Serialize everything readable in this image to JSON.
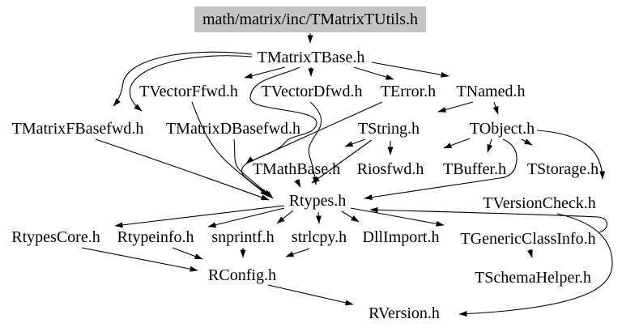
{
  "diagram": {
    "type": "include-dependency-graph",
    "root_file": "math/matrix/inc/TMatrixTUtils.h",
    "colors": {
      "background": "#ffffff",
      "node_text": "#000000",
      "edge": "#000000",
      "root_fill": "#c5c5c5"
    },
    "nodes": [
      {
        "id": "utils",
        "label": "math/matrix/inc/TMatrixTUtils.h",
        "highlighted": true
      },
      {
        "id": "tbase",
        "label": "TMatrixTBase.h",
        "highlighted": false
      },
      {
        "id": "vffwd",
        "label": "TVectorFfwd.h",
        "highlighted": false
      },
      {
        "id": "vdfwd",
        "label": "TVectorDfwd.h",
        "highlighted": false
      },
      {
        "id": "terror",
        "label": "TError.h",
        "highlighted": false
      },
      {
        "id": "tnamed",
        "label": "TNamed.h",
        "highlighted": false
      },
      {
        "id": "mfb",
        "label": "TMatrixFBasefwd.h",
        "highlighted": false
      },
      {
        "id": "mdb",
        "label": "TMatrixDBasefwd.h",
        "highlighted": false
      },
      {
        "id": "tstring",
        "label": "TString.h",
        "highlighted": false
      },
      {
        "id": "tobject",
        "label": "TObject.h",
        "highlighted": false
      },
      {
        "id": "tmath",
        "label": "TMathBase.h",
        "highlighted": false
      },
      {
        "id": "riosfwd",
        "label": "Riosfwd.h",
        "highlighted": false
      },
      {
        "id": "tbuffer",
        "label": "TBuffer.h",
        "highlighted": false
      },
      {
        "id": "tstorage",
        "label": "TStorage.h",
        "highlighted": false
      },
      {
        "id": "rtypes",
        "label": "Rtypes.h",
        "highlighted": false
      },
      {
        "id": "tvc",
        "label": "TVersionCheck.h",
        "highlighted": false
      },
      {
        "id": "rcore",
        "label": "RtypesCore.h",
        "highlighted": false
      },
      {
        "id": "rtyi",
        "label": "Rtypeinfo.h",
        "highlighted": false
      },
      {
        "id": "snpf",
        "label": "snprintf.h",
        "highlighted": false
      },
      {
        "id": "strl",
        "label": "strlcpy.h",
        "highlighted": false
      },
      {
        "id": "dlli",
        "label": "DllImport.h",
        "highlighted": false
      },
      {
        "id": "tgci",
        "label": "TGenericClassInfo.h",
        "highlighted": false
      },
      {
        "id": "rconf",
        "label": "RConfig.h",
        "highlighted": false
      },
      {
        "id": "tsch",
        "label": "TSchemaHelper.h",
        "highlighted": false
      },
      {
        "id": "rver",
        "label": "RVersion.h",
        "highlighted": false
      }
    ],
    "edges": [
      {
        "from": "utils",
        "to": "tbase"
      },
      {
        "from": "tbase",
        "to": "vffwd"
      },
      {
        "from": "tbase",
        "to": "vdfwd"
      },
      {
        "from": "tbase",
        "to": "terror"
      },
      {
        "from": "tbase",
        "to": "tnamed"
      },
      {
        "from": "tbase",
        "to": "mfb"
      },
      {
        "from": "tbase",
        "to": "mdb"
      },
      {
        "from": "tbase",
        "to": "tmath"
      },
      {
        "from": "tnamed",
        "to": "tstring"
      },
      {
        "from": "tnamed",
        "to": "tobject"
      },
      {
        "from": "terror",
        "to": "rtypes"
      },
      {
        "from": "tstring",
        "to": "tmath"
      },
      {
        "from": "tstring",
        "to": "riosfwd"
      },
      {
        "from": "tstring",
        "to": "rtypes"
      },
      {
        "from": "tobject",
        "to": "riosfwd"
      },
      {
        "from": "tobject",
        "to": "tbuffer"
      },
      {
        "from": "tobject",
        "to": "tstorage"
      },
      {
        "from": "tobject",
        "to": "tvc"
      },
      {
        "from": "tobject",
        "to": "rtypes"
      },
      {
        "from": "tmath",
        "to": "rtypes"
      },
      {
        "from": "mdb",
        "to": "rtypes"
      },
      {
        "from": "mfb",
        "to": "rtypes"
      },
      {
        "from": "vffwd",
        "to": "rtypes"
      },
      {
        "from": "vdfwd",
        "to": "rtypes"
      },
      {
        "from": "rtypes",
        "to": "rcore"
      },
      {
        "from": "rtypes",
        "to": "rtyi"
      },
      {
        "from": "rtypes",
        "to": "snpf"
      },
      {
        "from": "rtypes",
        "to": "strl"
      },
      {
        "from": "rtypes",
        "to": "dlli"
      },
      {
        "from": "rtypes",
        "to": "tgci"
      },
      {
        "from": "tgci",
        "to": "rtypes"
      },
      {
        "from": "tgci",
        "to": "tsch"
      },
      {
        "from": "rcore",
        "to": "rconf"
      },
      {
        "from": "rtyi",
        "to": "rconf"
      },
      {
        "from": "snpf",
        "to": "rconf"
      },
      {
        "from": "strl",
        "to": "rconf"
      },
      {
        "from": "rconf",
        "to": "rver"
      },
      {
        "from": "tvc",
        "to": "rver"
      }
    ]
  }
}
